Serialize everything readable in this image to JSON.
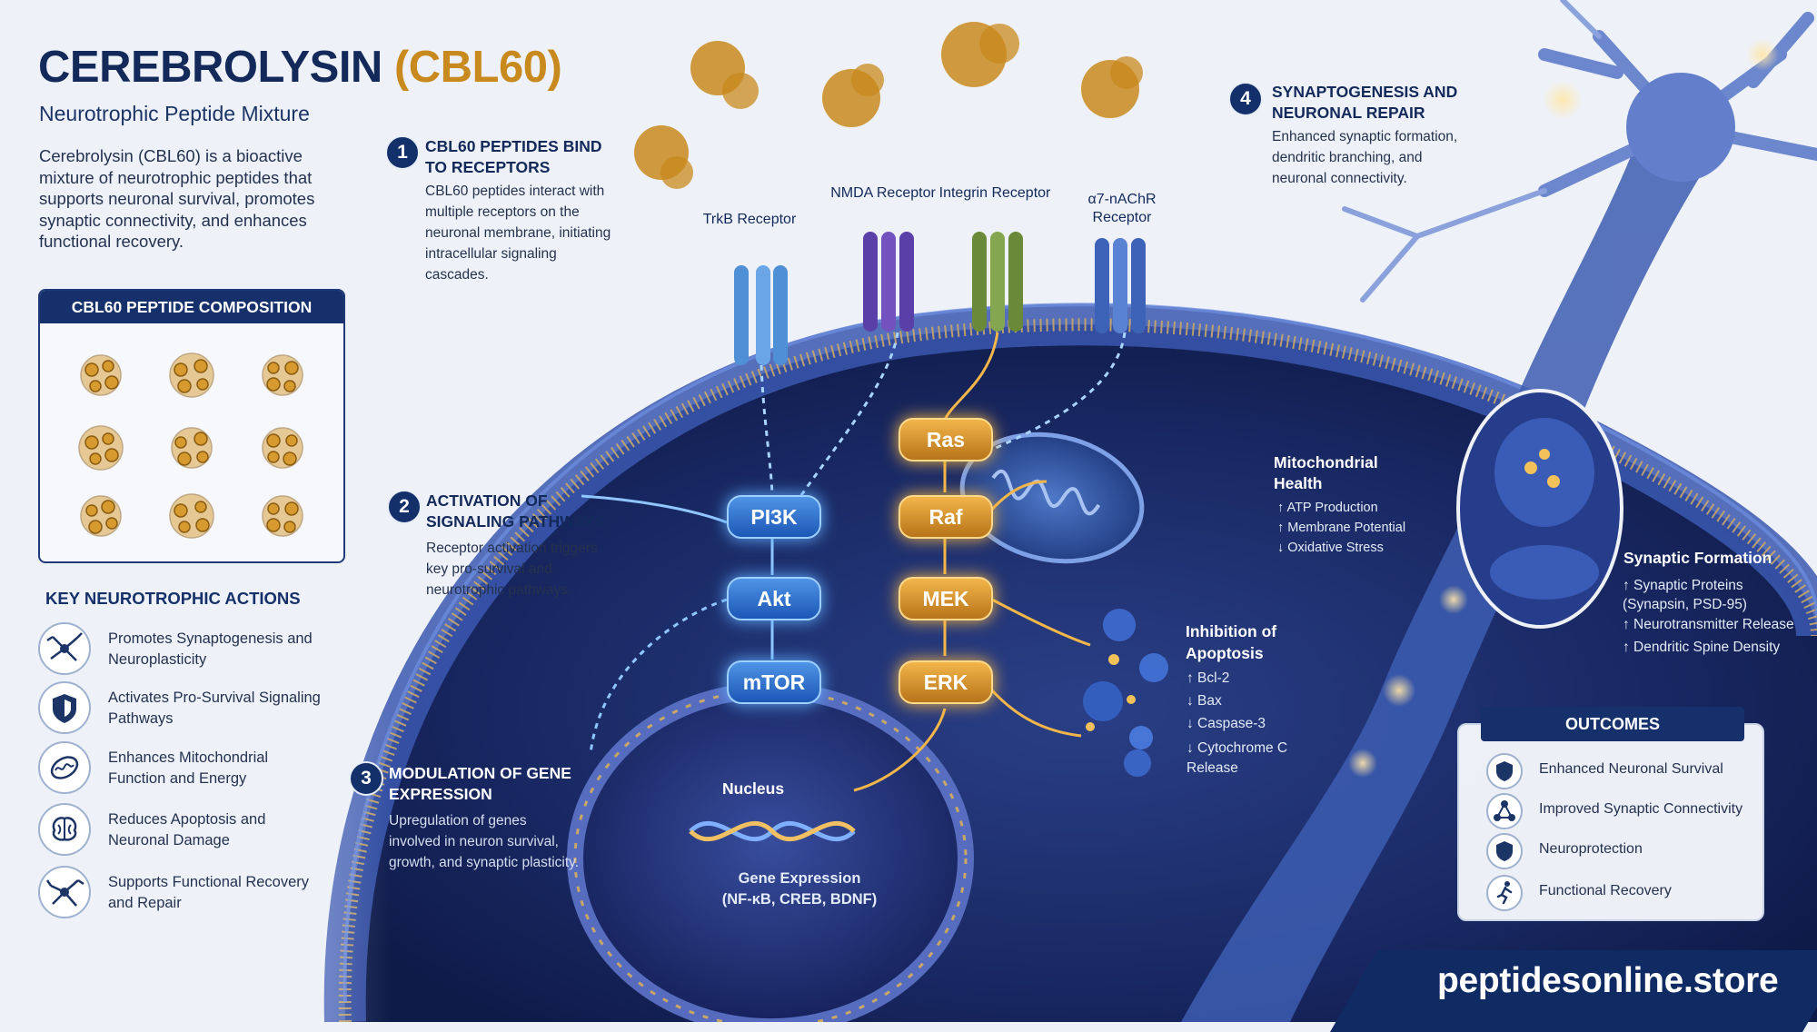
{
  "header": {
    "title_main": "CEREBROLYSIN",
    "title_accent": "(CBL60)",
    "subtitle": "Neurotrophic Peptide Mixture",
    "intro": "Cerebrolysin (CBL60) is a bioactive mixture of neurotrophic peptides that supports neuronal survival, promotes synaptic connectivity, and enhances functional recovery."
  },
  "composition": {
    "title": "CBL60 PEPTIDE COMPOSITION"
  },
  "key_actions": {
    "title": "KEY NEUROTROPHIC ACTIONS",
    "items": [
      {
        "label": "Promotes Synaptogenesis and Neuroplasticity",
        "icon": "neuron-icon"
      },
      {
        "label": "Activates Pro-Survival Signaling Pathways",
        "icon": "shield-icon"
      },
      {
        "label": "Enhances Mitochondrial Function and Energy",
        "icon": "mitochondria-icon"
      },
      {
        "label": "Reduces Apoptosis and Neuronal Damage",
        "icon": "brain-icon"
      },
      {
        "label": "Supports Functional Recovery and Repair",
        "icon": "neuron-repair-icon"
      }
    ]
  },
  "steps": [
    {
      "num": "1",
      "title": "CBL60 PEPTIDES BIND TO RECEPTORS",
      "body": "CBL60 peptides interact with multiple receptors on the neuronal membrane, initiating intracellular signaling cascades."
    },
    {
      "num": "2",
      "title": "ACTIVATION OF SIGNALING PATHWAYS",
      "body": "Receptor activation triggers key pro-survival and neurotrophic pathways."
    },
    {
      "num": "3",
      "title": "MODULATION OF GENE EXPRESSION",
      "body": "Upregulation of genes involved in neuron survival, growth, and synaptic plasticity."
    },
    {
      "num": "4",
      "title": "SYNAPTOGENESIS AND NEURONAL REPAIR",
      "body": "Enhanced synaptic formation, dendritic branching, and neuronal connectivity."
    }
  ],
  "receptors": [
    {
      "label": "TrkB Receptor",
      "color": "#4f8fd6"
    },
    {
      "label": "NMDA Receptor",
      "color": "#5b3fa8"
    },
    {
      "label": "Integrin Receptor",
      "color": "#6a8a3a"
    },
    {
      "label": "α7-nAChR Receptor",
      "color": "#3d63b8"
    }
  ],
  "pathway": {
    "pi3k": "PI3K",
    "akt": "Akt",
    "mtor": "mTOR",
    "ras": "Ras",
    "raf": "Raf",
    "mek": "MEK",
    "erk": "ERK"
  },
  "nucleus": {
    "label": "Nucleus",
    "gene_label": "Gene Expression",
    "genes": "(NF-κB, CREB, BDNF)"
  },
  "mitochondria": {
    "title": "Mitochondrial Health",
    "items": [
      "↑ ATP Production",
      "↑ Membrane Potential",
      "↓ Oxidative Stress"
    ]
  },
  "apoptosis": {
    "title": "Inhibition of Apoptosis",
    "items": [
      "↑ Bcl-2",
      "↓ Bax",
      "↓ Caspase-3",
      "↓ Cytochrome C Release"
    ]
  },
  "synaptic": {
    "title": "Synaptic Formation",
    "items": [
      "↑ Synaptic Proteins (Synapsin, PSD-95)",
      "↑ Neurotransmitter Release",
      "↑ Dendritic Spine Density"
    ]
  },
  "outcomes": {
    "title": "OUTCOMES",
    "items": [
      {
        "label": "Enhanced Neuronal Survival",
        "icon": "shield-icon"
      },
      {
        "label": "Improved Synaptic Connectivity",
        "icon": "network-icon"
      },
      {
        "label": "Neuroprotection",
        "icon": "shield-icon"
      },
      {
        "label": "Functional Recovery",
        "icon": "running-person-icon"
      }
    ]
  },
  "footer": {
    "url": "peptidesonline.store"
  },
  "colors": {
    "navy": "#13295a",
    "gold": "#c8891e",
    "pathway_blue": "#2f78d6",
    "pathway_gold": "#e0a23a"
  }
}
